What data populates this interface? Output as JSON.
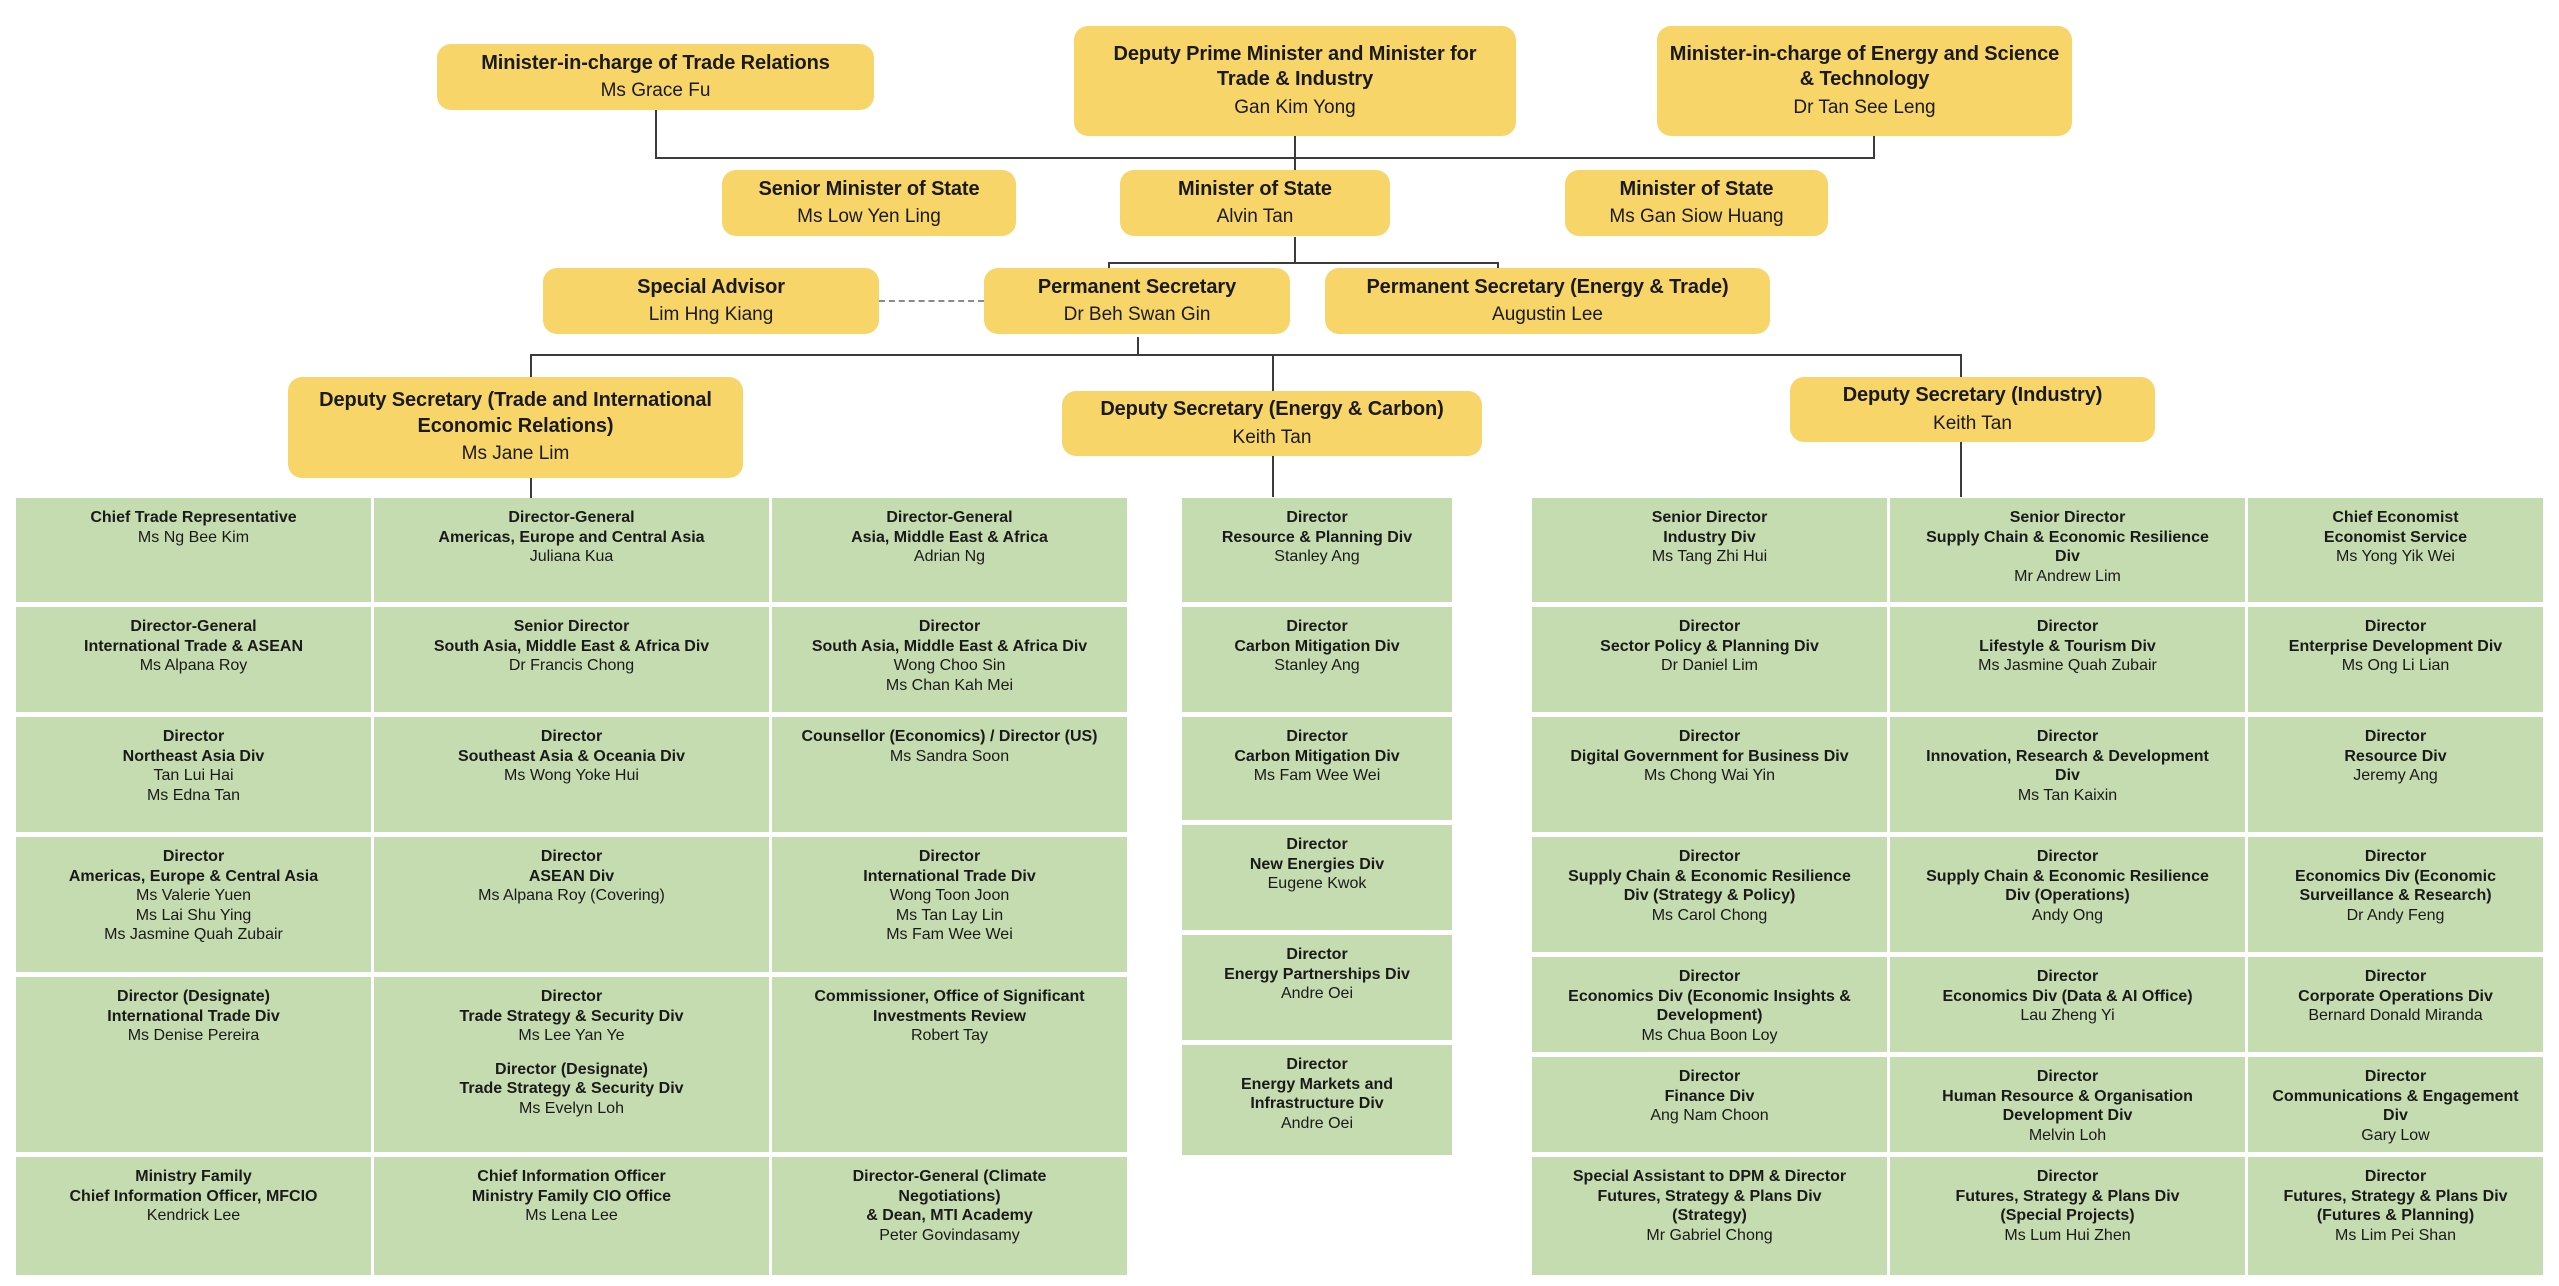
{
  "colors": {
    "executive_box": "#F8D568",
    "division_cell": "#C5DCB0",
    "connector": "#3b3b3b",
    "text": "#1a1a1a"
  },
  "executive": {
    "minister_trade_relations": {
      "title": "Minister-in-charge of Trade Relations",
      "person": "Ms Grace Fu"
    },
    "dpm": {
      "title": "Deputy Prime Minister and Minister for Trade & Industry",
      "person": "Gan Kim Yong"
    },
    "minister_energy_science": {
      "title": "Minister-in-charge of Energy and Science & Technology",
      "person": "Dr Tan See Leng"
    },
    "senior_minister_state": {
      "title": "Senior Minister of State",
      "person": "Ms Low Yen Ling"
    },
    "minister_state_alvin": {
      "title": "Minister of State",
      "person": "Alvin Tan"
    },
    "minister_state_gan": {
      "title": "Minister of State",
      "person": "Ms Gan Siow Huang"
    },
    "special_advisor": {
      "title": "Special Advisor",
      "person": "Lim Hng Kiang"
    },
    "perm_sec": {
      "title": "Permanent Secretary",
      "person": "Dr Beh Swan Gin"
    },
    "perm_sec_energy": {
      "title": "Permanent Secretary (Energy & Trade)",
      "person": "Augustin Lee"
    },
    "ds_trade": {
      "title": "Deputy Secretary (Trade and International Economic Relations)",
      "person": "Ms Jane Lim"
    },
    "ds_energy": {
      "title": "Deputy Secretary (Energy & Carbon)",
      "person": "Keith Tan"
    },
    "ds_industry": {
      "title": "Deputy Secretary (Industry)",
      "person": "Keith Tan"
    }
  },
  "trade_group": {
    "col1": [
      {
        "role": [
          "Chief Trade Representative"
        ],
        "people": [
          "Ms Ng Bee Kim"
        ]
      },
      {
        "role": [
          "Director-General",
          "International Trade & ASEAN"
        ],
        "people": [
          "Ms Alpana Roy"
        ]
      },
      {
        "role": [
          "Director",
          "Northeast Asia Div"
        ],
        "people": [
          "Tan Lui Hai",
          "Ms Edna Tan"
        ]
      },
      {
        "role": [
          "Director",
          "Americas, Europe & Central Asia"
        ],
        "people": [
          "Ms Valerie Yuen",
          "Ms Lai Shu Ying",
          "Ms Jasmine Quah Zubair"
        ]
      },
      {
        "role": [
          "Director (Designate)",
          "International Trade Div"
        ],
        "people": [
          "Ms Denise Pereira"
        ]
      },
      {
        "role": [
          "Ministry Family",
          "Chief Information Officer, MFCIO"
        ],
        "people": [
          "Kendrick Lee"
        ]
      }
    ],
    "col2": [
      {
        "role": [
          "Director-General",
          "Americas, Europe and Central Asia"
        ],
        "people": [
          "Juliana Kua"
        ]
      },
      {
        "role": [
          "Senior Director",
          "South Asia, Middle East & Africa Div"
        ],
        "people": [
          "Dr Francis Chong"
        ]
      },
      {
        "role": [
          "Director",
          "Southeast Asia & Oceania Div"
        ],
        "people": [
          "Ms Wong Yoke Hui"
        ]
      },
      {
        "role": [
          "Director",
          "ASEAN Div"
        ],
        "people": [
          "Ms Alpana Roy (Covering)"
        ]
      },
      {
        "role": [
          "Director",
          "Trade Strategy & Security Div"
        ],
        "people": [
          "Ms Lee Yan Ye"
        ],
        "role2": [
          "Director (Designate)",
          "Trade Strategy & Security Div"
        ],
        "people2": [
          "Ms Evelyn Loh"
        ]
      },
      {
        "role": [
          "Chief Information Officer",
          "Ministry Family CIO Office"
        ],
        "people": [
          "Ms Lena Lee"
        ]
      }
    ],
    "col3": [
      {
        "role": [
          "Director-General",
          "Asia, Middle East & Africa"
        ],
        "people": [
          "Adrian Ng"
        ]
      },
      {
        "role": [
          "Director",
          "South Asia, Middle East & Africa Div"
        ],
        "people": [
          "Wong Choo Sin",
          "Ms Chan Kah Mei"
        ]
      },
      {
        "role": [
          "Counsellor (Economics) / Director (US)"
        ],
        "people": [
          "Ms Sandra Soon"
        ]
      },
      {
        "role": [
          "Director",
          "International Trade Div"
        ],
        "people": [
          "Wong Toon Joon",
          "Ms Tan Lay Lin",
          "Ms Fam Wee Wei"
        ]
      },
      {
        "role": [
          "Commissioner, Office of Significant",
          "Investments Review"
        ],
        "people": [
          "Robert Tay"
        ]
      },
      {
        "role": [
          "Director-General (Climate",
          "Negotiations)",
          "& Dean, MTI Academy"
        ],
        "people": [
          "Peter Govindasamy"
        ]
      }
    ]
  },
  "energy_group": {
    "col1": [
      {
        "role": [
          "Director",
          "Resource & Planning Div"
        ],
        "people": [
          "Stanley Ang"
        ]
      },
      {
        "role": [
          "Director",
          "Carbon Mitigation Div"
        ],
        "people": [
          "Stanley Ang"
        ]
      },
      {
        "role": [
          "Director",
          "Carbon Mitigation Div"
        ],
        "people": [
          "Ms Fam Wee Wei"
        ]
      },
      {
        "role": [
          "Director",
          "New Energies Div"
        ],
        "people": [
          "Eugene Kwok"
        ]
      },
      {
        "role": [
          "Director",
          "Energy Partnerships Div"
        ],
        "people": [
          "Andre Oei"
        ]
      },
      {
        "role": [
          "Director",
          "Energy Markets and",
          "Infrastructure Div"
        ],
        "people": [
          "Andre Oei"
        ]
      }
    ]
  },
  "industry_group": {
    "col1": [
      {
        "role": [
          "Senior Director",
          "Industry Div"
        ],
        "people": [
          "Ms Tang Zhi Hui"
        ]
      },
      {
        "role": [
          "Director",
          "Sector Policy & Planning Div"
        ],
        "people": [
          "Dr Daniel Lim"
        ]
      },
      {
        "role": [
          "Director",
          "Digital Government for Business Div"
        ],
        "people": [
          "Ms Chong Wai Yin"
        ]
      },
      {
        "role": [
          "Director",
          "Supply Chain & Economic Resilience",
          "Div (Strategy & Policy)"
        ],
        "people": [
          "Ms Carol Chong"
        ]
      },
      {
        "role": [
          "Director",
          "Economics Div (Economic Insights &",
          "Development)"
        ],
        "people": [
          "Ms Chua Boon Loy"
        ]
      },
      {
        "role": [
          "Director",
          "Finance Div"
        ],
        "people": [
          "Ang Nam Choon"
        ]
      },
      {
        "role": [
          "Special Assistant to DPM & Director",
          "Futures, Strategy & Plans Div",
          "(Strategy)"
        ],
        "people": [
          "Mr Gabriel Chong"
        ]
      }
    ],
    "col2": [
      {
        "role": [
          "Senior Director",
          "Supply Chain & Economic Resilience",
          "Div"
        ],
        "people": [
          "Mr Andrew Lim"
        ]
      },
      {
        "role": [
          "Director",
          "Lifestyle & Tourism Div"
        ],
        "people": [
          "Ms Jasmine Quah Zubair"
        ]
      },
      {
        "role": [
          "Director",
          "Innovation, Research & Development",
          "Div"
        ],
        "people": [
          "Ms Tan Kaixin"
        ]
      },
      {
        "role": [
          "Director",
          "Supply Chain & Economic Resilience",
          "Div (Operations)"
        ],
        "people": [
          "Andy Ong"
        ]
      },
      {
        "role": [
          "Director",
          "Economics Div (Data & AI Office)"
        ],
        "people": [
          "Lau Zheng Yi"
        ]
      },
      {
        "role": [
          "Director",
          "Human Resource & Organisation",
          "Development Div"
        ],
        "people": [
          "Melvin Loh"
        ]
      },
      {
        "role": [
          "Director",
          "Futures, Strategy & Plans Div",
          "(Special Projects)"
        ],
        "people": [
          "Ms Lum Hui Zhen"
        ]
      }
    ],
    "col3": [
      {
        "role": [
          "Chief Economist",
          "Economist Service"
        ],
        "people": [
          "Ms Yong Yik Wei"
        ]
      },
      {
        "role": [
          "Director",
          "Enterprise Development Div"
        ],
        "people": [
          "Ms Ong Li Lian"
        ]
      },
      {
        "role": [
          "Director",
          "Resource Div"
        ],
        "people": [
          "Jeremy Ang"
        ]
      },
      {
        "role": [
          "Director",
          "Economics Div (Economic",
          "Surveillance & Research)"
        ],
        "people": [
          "Dr Andy Feng"
        ]
      },
      {
        "role": [
          "Director",
          "Corporate Operations Div"
        ],
        "people": [
          "Bernard Donald Miranda"
        ]
      },
      {
        "role": [
          "Director",
          "Communications & Engagement",
          "Div"
        ],
        "people": [
          "Gary Low"
        ]
      },
      {
        "role": [
          "Director",
          "Futures, Strategy & Plans Div",
          "(Futures & Planning)"
        ],
        "people": [
          "Ms Lim Pei Shan"
        ]
      }
    ]
  }
}
